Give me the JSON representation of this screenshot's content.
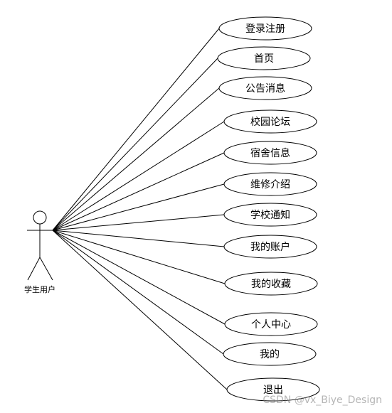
{
  "actor": {
    "label": "学生用户"
  },
  "use_cases": [
    {
      "label": "登录注册"
    },
    {
      "label": "首页"
    },
    {
      "label": "公告消息"
    },
    {
      "label": "校园论坛"
    },
    {
      "label": "宿舍信息"
    },
    {
      "label": "维修介绍"
    },
    {
      "label": "学校通知"
    },
    {
      "label": "我的账户"
    },
    {
      "label": "我的收藏"
    },
    {
      "label": "个人中心"
    },
    {
      "label": "我的"
    },
    {
      "label": "退出"
    }
  ],
  "watermark": "CSDN @vx_Biye_Design",
  "colors": {
    "stroke": "#000000",
    "background": "#ffffff"
  }
}
